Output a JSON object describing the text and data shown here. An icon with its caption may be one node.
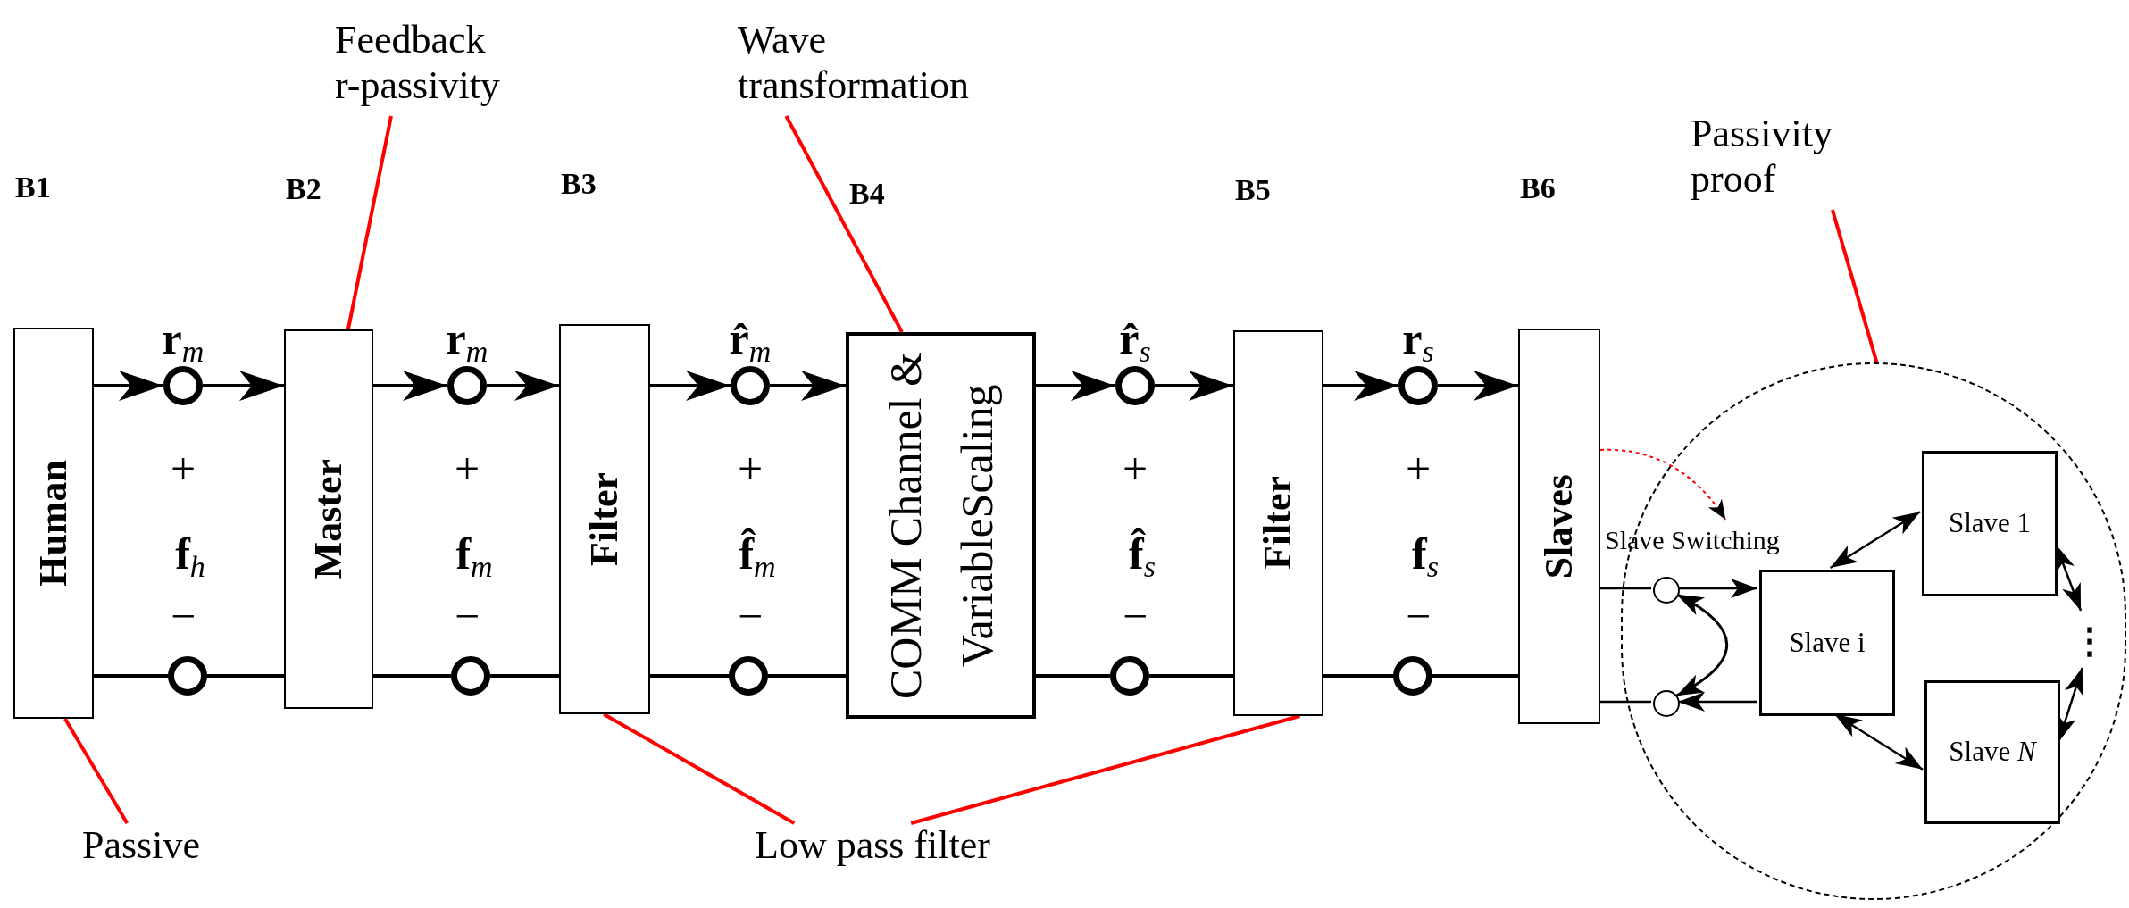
{
  "diagram": {
    "nodes": [
      {
        "text": [
          "B1",
          "Human"
        ]
      },
      {
        "text": [
          "B2",
          "Master"
        ]
      },
      {
        "text": [
          "B3",
          "Filter"
        ]
      },
      {
        "text": [
          "B4",
          "COMM Channel & VariableScaling"
        ]
      },
      {
        "text": [
          "B5",
          "Filter"
        ]
      },
      {
        "text": [
          "B6",
          "Slaves"
        ]
      },
      {
        "text": [],
        "shape": "circle"
      },
      {
        "text": [],
        "shape": "circle"
      },
      {
        "text": [],
        "shape": "circle"
      },
      {
        "text": [],
        "shape": "circle"
      },
      {
        "text": [],
        "shape": "circle"
      },
      {
        "text": [],
        "shape": "circle"
      },
      {
        "text": [],
        "shape": "circle"
      },
      {
        "text": [],
        "shape": "circle"
      },
      {
        "text": [],
        "shape": "circle"
      },
      {
        "text": [],
        "shape": "circle"
      },
      {
        "text": [],
        "shape": "circle"
      },
      {
        "text": [],
        "shape": "circle",
        "in": 16
      },
      {
        "text": [],
        "shape": "circle",
        "in": 16
      },
      {
        "text": [
          "Slave i"
        ],
        "in": 16
      },
      {
        "text": [
          "Slave 1"
        ],
        "in": 16
      },
      {
        "text": [
          "Slave *N*"
        ],
        "in": 16
      },
      {
        "text": [
          "⋮"
        ],
        "in": 16
      },
      {
        "text": [
          "Slave Switching"
        ]
      },
      {
        "text": [
          "Feedback r-passivity"
        ]
      },
      {
        "text": [
          "Wave transformation"
        ]
      },
      {
        "text": [
          "Passivity proof"
        ]
      },
      {
        "text": [
          "Passive"
        ]
      },
      {
        "text": [
          "Low pass filter"
        ]
      }
    ],
    "edges": [
      {
        "from": 0,
        "to": 6,
        "arrow": "to"
      },
      {
        "from": 6,
        "to": 1,
        "arrow": "to"
      },
      {
        "from": 1,
        "to": 7,
        "arrow": "to"
      },
      {
        "from": 7,
        "to": 2,
        "arrow": "to"
      },
      {
        "from": 2,
        "to": 8,
        "arrow": "to"
      },
      {
        "from": 8,
        "to": 3,
        "arrow": "to"
      },
      {
        "from": 3,
        "to": 9,
        "arrow": "to"
      },
      {
        "from": 9,
        "to": 4,
        "arrow": "to"
      },
      {
        "from": 4,
        "to": 10,
        "arrow": "to"
      },
      {
        "from": 10,
        "to": 5,
        "arrow": "to"
      },
      {
        "from": 0,
        "to": 11,
        "arrow": "none"
      },
      {
        "from": 11,
        "to": 1,
        "arrow": "none"
      },
      {
        "from": 1,
        "to": 12,
        "arrow": "none"
      },
      {
        "from": 12,
        "to": 2,
        "arrow": "none"
      },
      {
        "from": 2,
        "to": 13,
        "arrow": "none"
      },
      {
        "from": 13,
        "to": 3,
        "arrow": "none"
      },
      {
        "from": 3,
        "to": 14,
        "arrow": "none"
      },
      {
        "from": 14,
        "to": 4,
        "arrow": "none"
      },
      {
        "from": 4,
        "to": 15,
        "arrow": "none"
      },
      {
        "from": 15,
        "to": 5,
        "arrow": "none"
      },
      {
        "from": 5,
        "to": 17,
        "arrow": "none"
      },
      {
        "from": 17,
        "to": 19,
        "arrow": "to"
      },
      {
        "from": 19,
        "to": 18,
        "arrow": "to"
      },
      {
        "from": 18,
        "to": 5,
        "arrow": "none"
      },
      {
        "from": 19,
        "to": 20,
        "arrow": "both"
      },
      {
        "from": 19,
        "to": 21,
        "arrow": "both"
      },
      {
        "from": 20,
        "to": 22,
        "arrow": "both"
      },
      {
        "from": 21,
        "to": 22,
        "arrow": "both"
      },
      {
        "from": 5,
        "to": 23,
        "arrow": "to",
        "style": "dashed",
        "color": "#ff0000"
      },
      {
        "from": 24,
        "to": 1,
        "arrow": "none",
        "color": "#ff0000"
      },
      {
        "from": 25,
        "to": 3,
        "arrow": "none",
        "color": "#ff0000"
      },
      {
        "from": 26,
        "to": 16,
        "arrow": "none",
        "color": "#ff0000"
      },
      {
        "from": 27,
        "to": 0,
        "arrow": "none",
        "color": "#ff0000"
      },
      {
        "from": 28,
        "to": 2,
        "arrow": "none",
        "color": "#ff0000"
      },
      {
        "from": 28,
        "to": 4,
        "arrow": "none",
        "color": "#ff0000"
      },
      {
        "from": 17,
        "to": 18,
        "arrow": "both"
      }
    ],
    "labels": [
      "**r**$_{m}$",
      "+",
      "**f**$_{h}$",
      "−",
      "**r**$_{m}$",
      "+",
      "**f**$_{m}$",
      "−",
      "**r̂**$_{m}$",
      "+",
      "**f̂**$_{m}$",
      "−",
      "**r̂**$_{s}$",
      "+",
      "**f̂**$_{s}$",
      "−",
      "**r**$_{s}$",
      "+",
      "**f**$_{s}$",
      "−"
    ]
  }
}
